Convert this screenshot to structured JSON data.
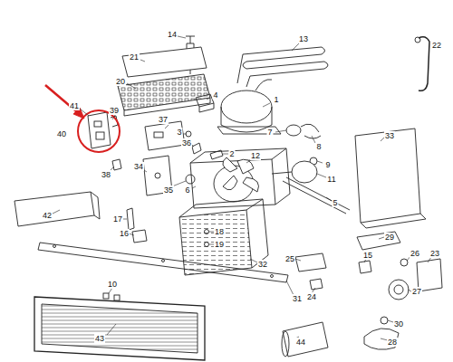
{
  "diagram": {
    "labels": [
      "14",
      "13",
      "22",
      "21",
      "20",
      "4",
      "1",
      "41",
      "39",
      "40",
      "37",
      "3",
      "7",
      "33",
      "8",
      "36",
      "2",
      "12",
      "9",
      "34",
      "38",
      "11",
      "35",
      "6",
      "5",
      "42",
      "17",
      "18",
      "16",
      "19",
      "32",
      "29",
      "26",
      "23",
      "25",
      "15",
      "10",
      "24",
      "27",
      "31",
      "30",
      "43",
      "28",
      "44"
    ]
  }
}
